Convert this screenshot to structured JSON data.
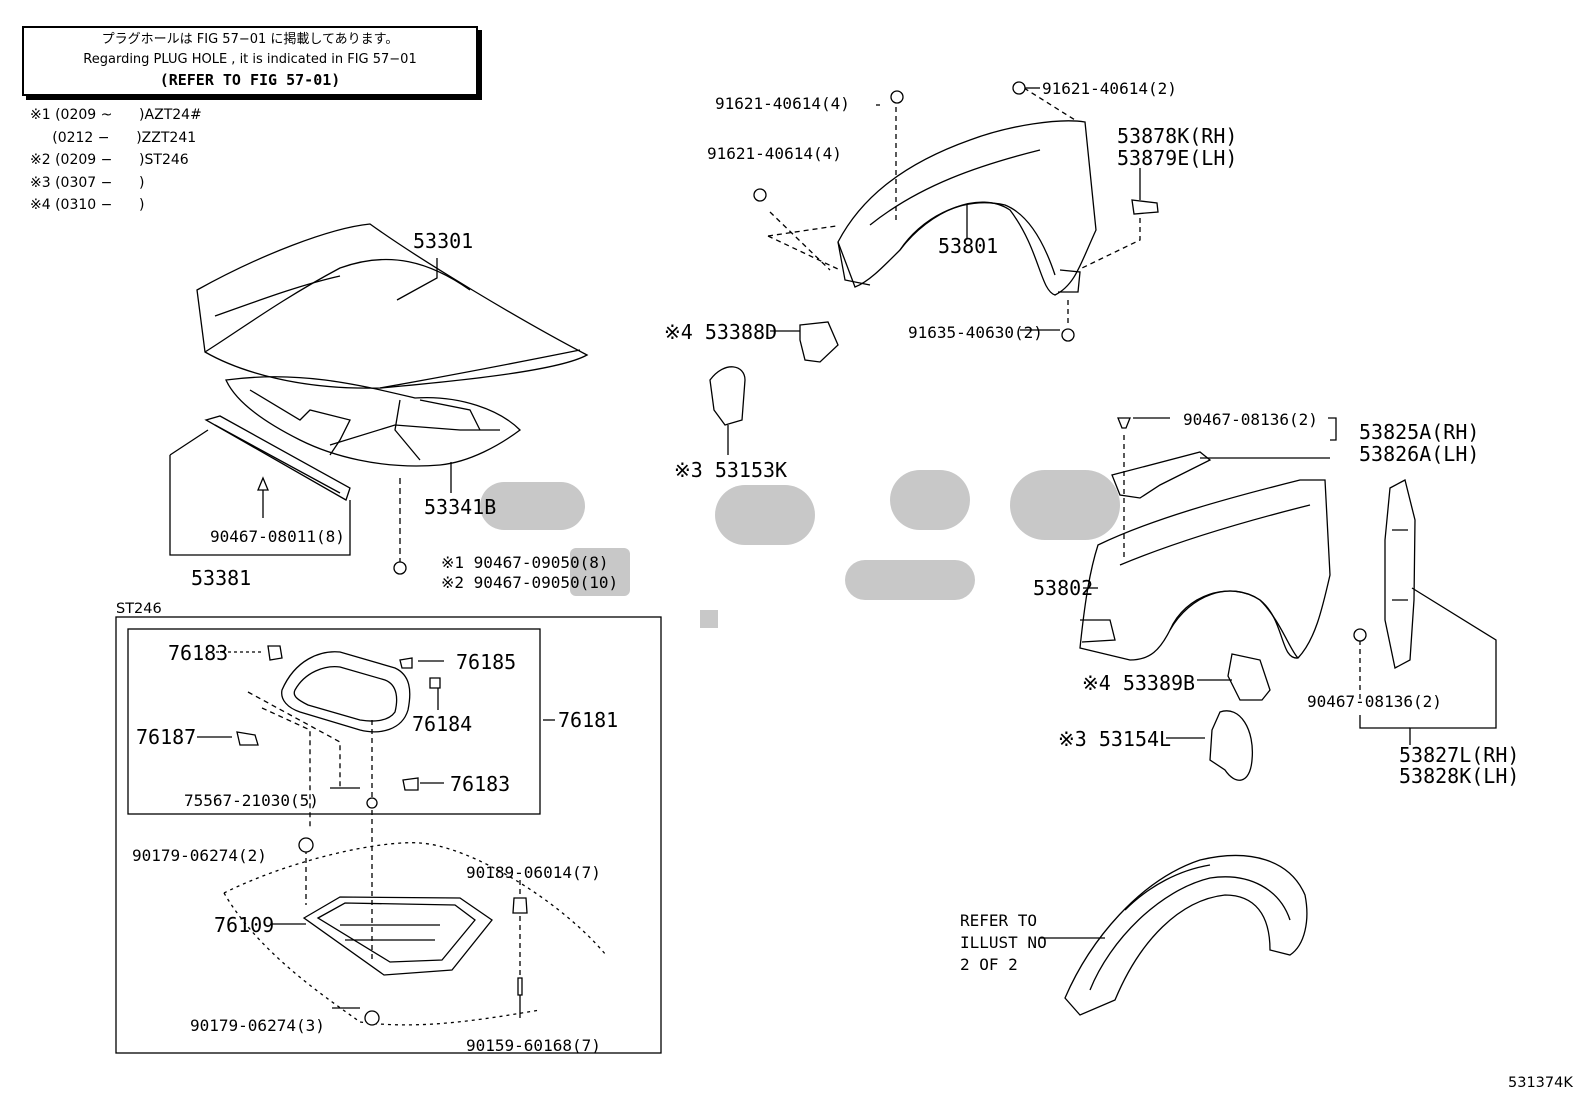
{
  "note": {
    "line_jp": "プラグホールは FIG 57−01 に掲載してあります。",
    "line_en": "Regarding  PLUG  HOLE , it is indicated in  FIG  57−01",
    "line_ref": "(REFER TO FIG 57-01)"
  },
  "conditions": [
    "※1 (0209 ~      )AZT24#",
    "     (0212 −      )ZZT241",
    "※2 (0209 −      )ST246",
    "※3 (0307 −      )",
    "※4 (0310 −      )"
  ],
  "labels": {
    "p53301": "53301",
    "p53341b": "53341B",
    "p90467_08011": "90467-08011(8)",
    "p53381": "53381",
    "p90467_09050_8": "※1 90467-09050(8)",
    "p90467_09050_10": "※2 90467-09050(10)",
    "st246": "ST246",
    "p76183a": "76183",
    "p76185": "76185",
    "p76184": "76184",
    "p76187": "76187",
    "p76181": "76181",
    "p75567": "75567-21030(5)",
    "p76183b": "76183",
    "p90179_2": "90179-06274(2)",
    "p90189": "90189-06014(7)",
    "p76109": "76109",
    "p90179_3": "90179-06274(3)",
    "p90159": "90159-60168(7)",
    "p91621_4a": "91621-40614(4)",
    "p91621_4b": "91621-40614(4)",
    "p91621_2": "91621-40614(2)",
    "p53878k": "53878K(RH)",
    "p53879e": "53879E(LH)",
    "p53801": "53801",
    "p91635": "91635-40630(2)",
    "p53388d": "※4 53388D",
    "p53153k": "※3 53153K",
    "p90467_08136a": "90467-08136(2)",
    "p53825a": "53825A(RH)",
    "p53826a": "53826A(LH)",
    "p53802": "53802",
    "p53389b": "※4 53389B",
    "p53154l": "※3 53154L",
    "p90467_08136b": "90467-08136(2)",
    "p53827l": "53827L(RH)",
    "p53828k": "53828K(LH)",
    "refer1": "REFER TO",
    "refer2": "ILLUST NO",
    "refer3": "2 OF 2",
    "figno": "531374K"
  },
  "colors": {
    "ink": "#000000",
    "watermark": "#c8c8c8",
    "background": "#ffffff"
  }
}
